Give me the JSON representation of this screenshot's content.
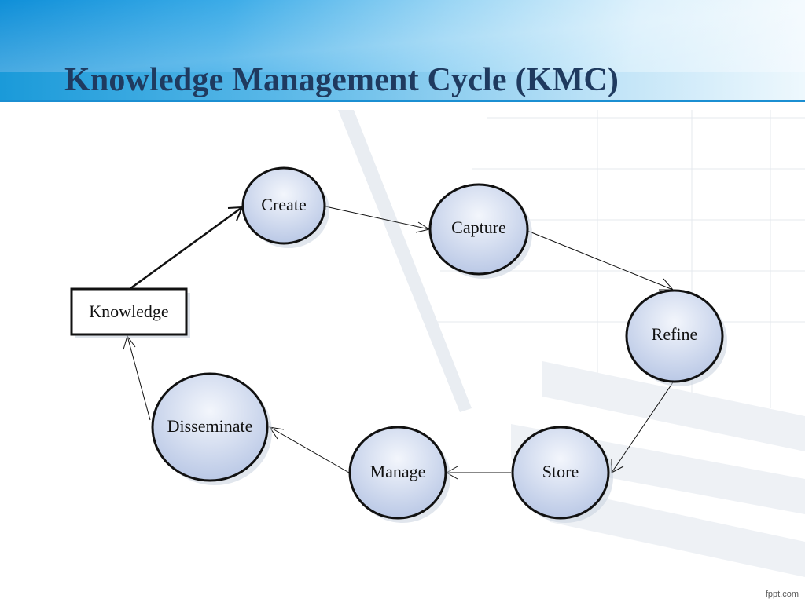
{
  "slide": {
    "title": "Knowledge Management Cycle (KMC)",
    "footer_brand": "fppt.com"
  },
  "diagram": {
    "start": {
      "label": "Knowledge"
    },
    "stages": [
      {
        "label": "Create"
      },
      {
        "label": "Capture"
      },
      {
        "label": "Refine"
      },
      {
        "label": "Store"
      },
      {
        "label": "Manage"
      },
      {
        "label": "Disseminate"
      }
    ]
  },
  "colors": {
    "title_text": "#1f3a5f",
    "header_blue": "#1b8fd2",
    "node_fill_light": "#f3f6fc",
    "node_fill_dark": "#b6c5e4",
    "node_stroke": "#111111"
  }
}
